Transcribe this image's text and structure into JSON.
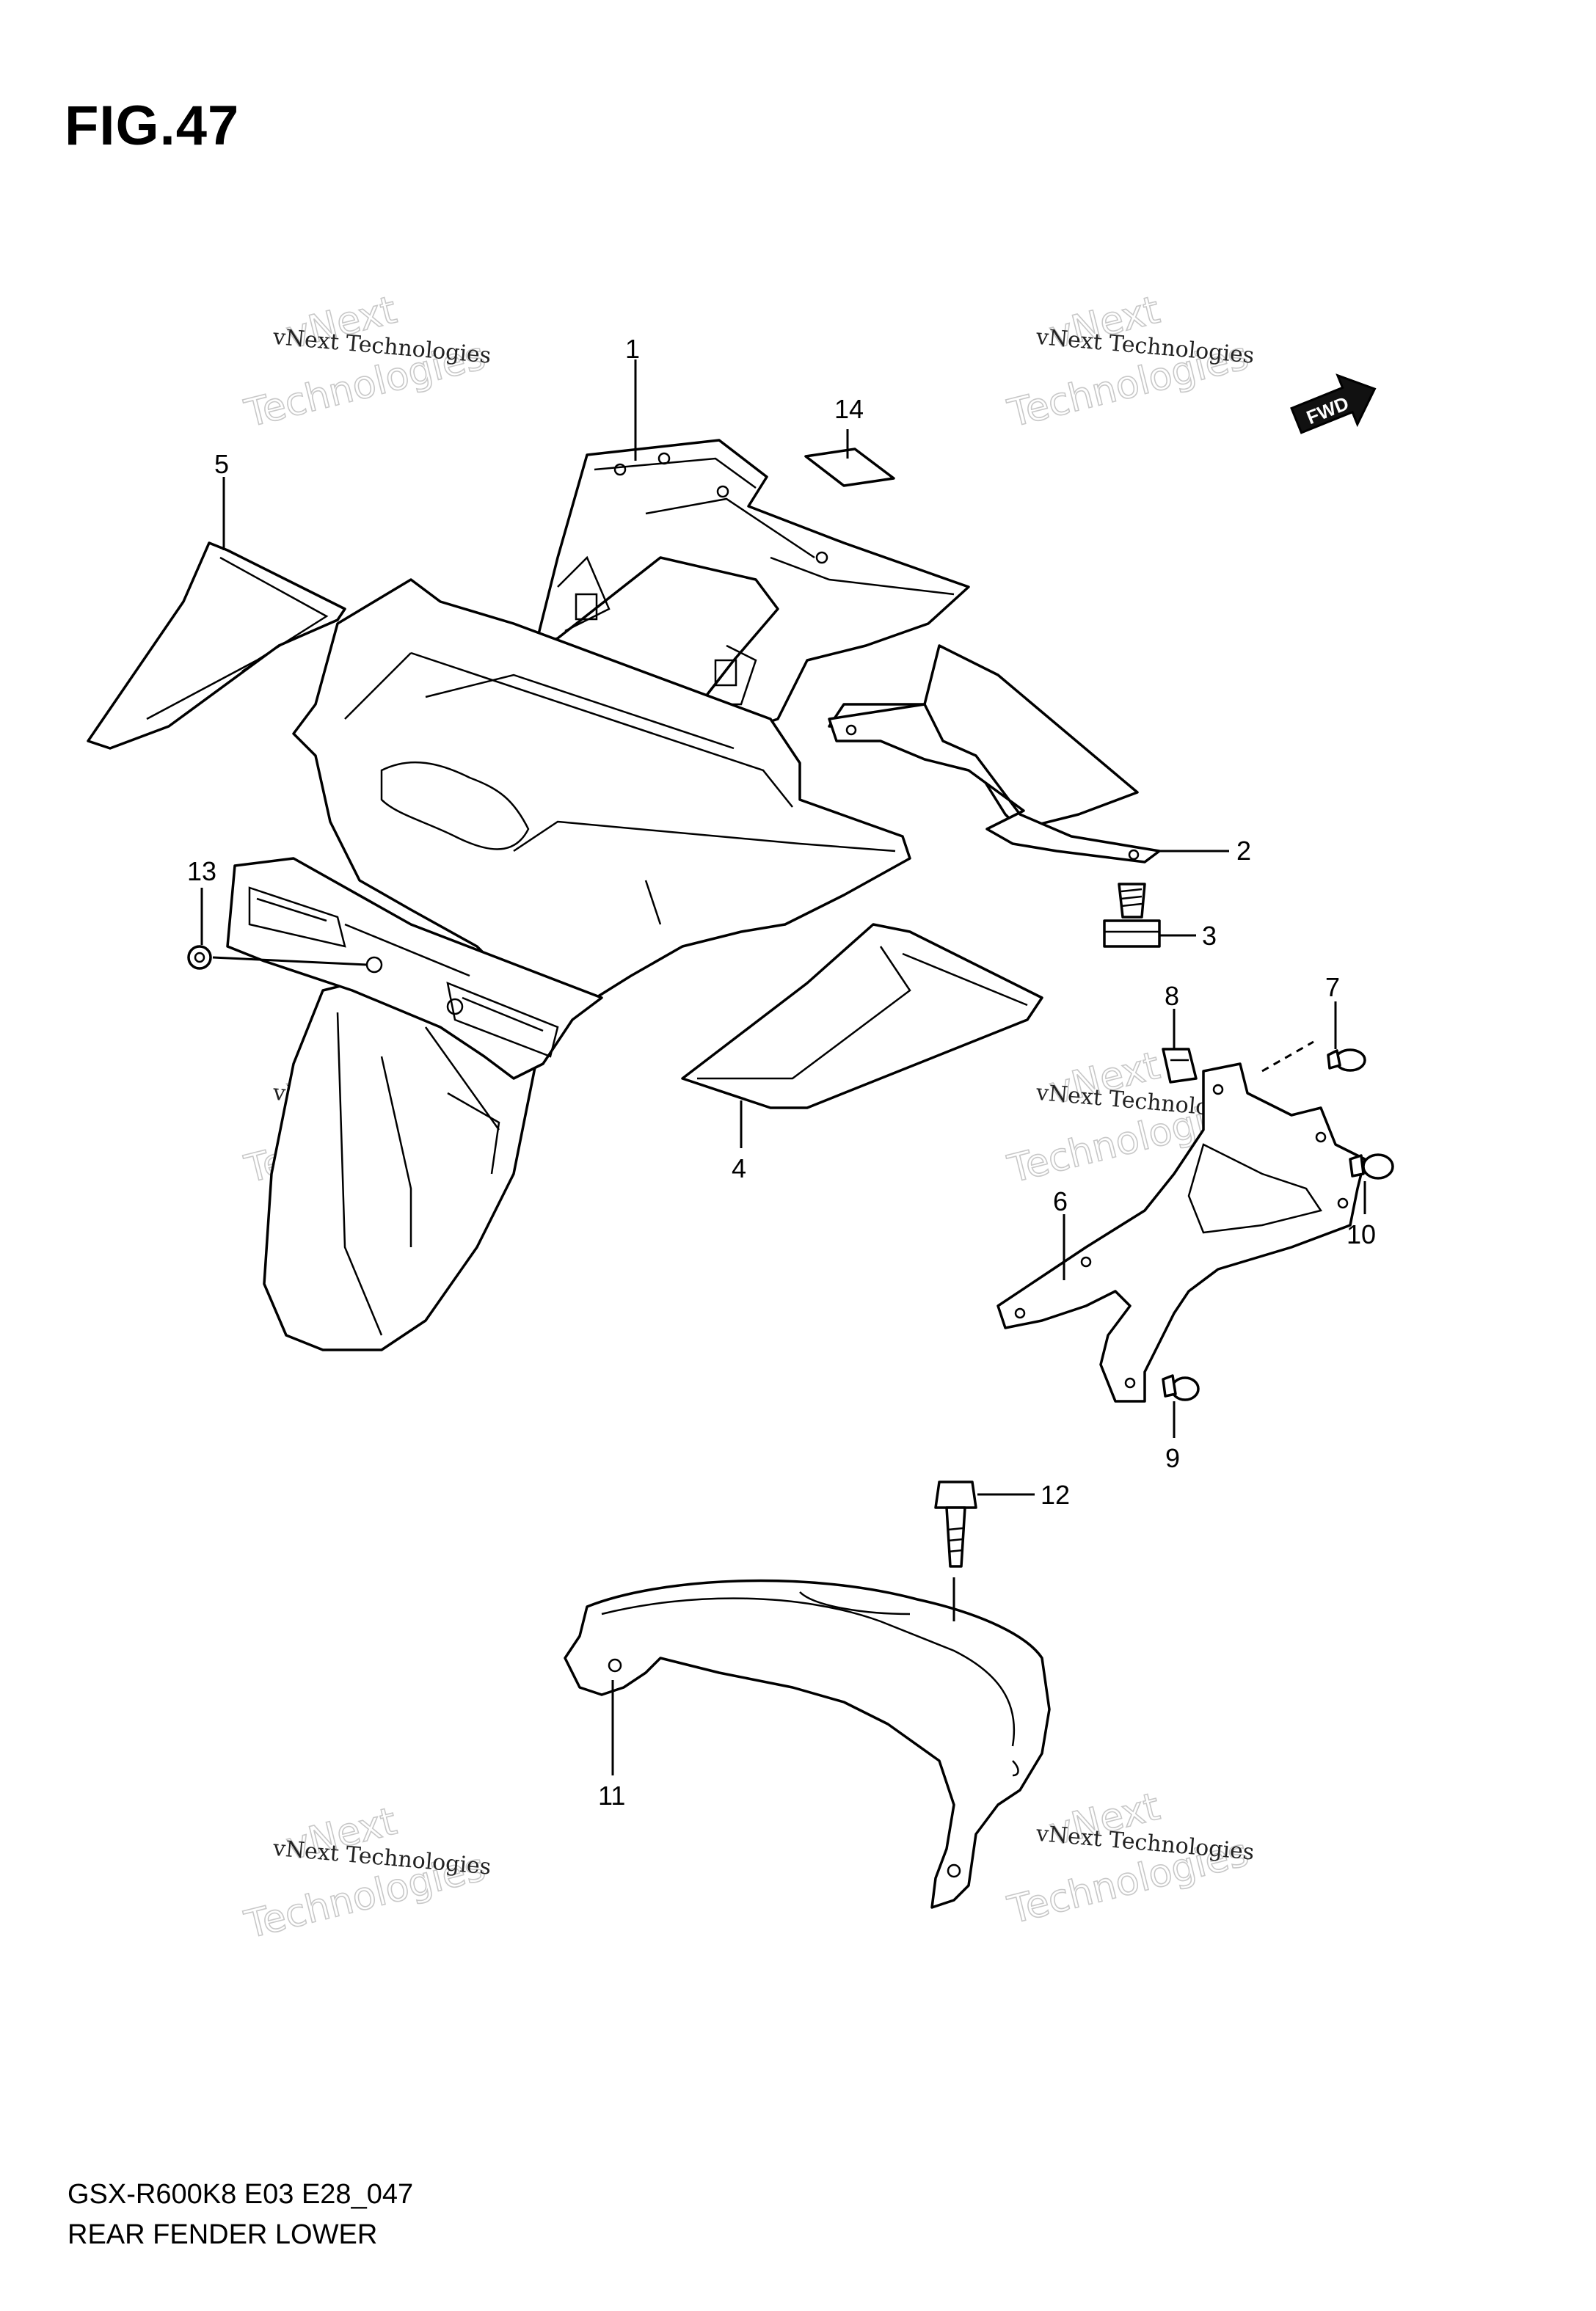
{
  "figure": {
    "title": "FIG.47",
    "model_code": "GSX-R600K8 E03 E28_047",
    "name": "REAR FENDER LOWER"
  },
  "direction_badge": "FWD",
  "watermark": {
    "line1": "vNext",
    "line2": "Technologies",
    "caption": "vNext Technologies"
  },
  "callouts": [
    "1",
    "2",
    "3",
    "4",
    "5",
    "6",
    "7",
    "8",
    "9",
    "10",
    "11",
    "12",
    "13",
    "14"
  ]
}
